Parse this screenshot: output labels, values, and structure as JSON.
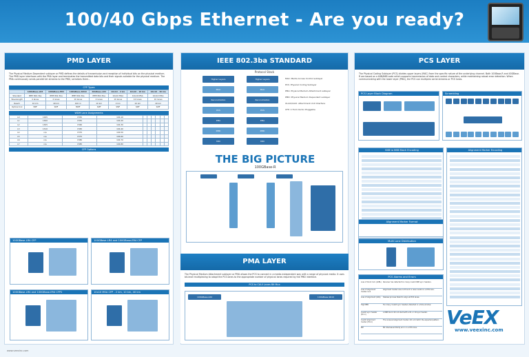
{
  "header": {
    "title": "100/40 Gbps Ethernet - Are you ready?"
  },
  "pmd": {
    "title": "PMD LAYER",
    "intro": "The Physical Medium Dependent sublayer or PMD defines the details of transmission and reception of individual bits on the physical medium. The PMD layer interfaces with the PMA layer and terminates the transmitted data bits and their signals suitable for the physical medium. The PMA continuously sends parallel bit streams to the PMD, serializes them...",
    "cfp_table_title": "CFP Types",
    "cfp_headers": [
      "",
      "100GBase-LR4",
      "100GBase-ER4",
      "100GBase-SR10",
      "40GBase-LR4",
      "10x10 - 2 km",
      "10x10 - 10 km",
      "10x10 - 40 km"
    ],
    "cfp_rows": [
      [
        "Standard",
        "IEEE 802.3ba",
        "IEEE 802.3ba",
        "IEEE 802.3ba",
        "IEEE 802.3ba",
        "10x10 MSA",
        "10x10 MSA",
        "10x10 MSA"
      ],
      [
        "Wavelength",
        "4 lanes",
        "4 lanes",
        "10 lanes",
        "4 lanes",
        "10 lanes",
        "10 lanes",
        "10 lanes"
      ],
      [
        "Reach",
        "10 km",
        "40 km",
        "100 m",
        "10 km",
        "2 km",
        "10 km",
        "40 km"
      ],
      [
        "Optical link",
        "SMF",
        "SMF",
        "MMF",
        "SMF",
        "SMF",
        "SMF",
        "SMF"
      ]
    ],
    "wdm_title": "WDM Lane Assignments",
    "wdm_rows": [
      [
        "L0",
        "1295",
        "1550",
        "194.10"
      ],
      [
        "L1",
        "1300",
        "1555",
        "194.20"
      ],
      [
        "L2",
        "1305",
        "1560",
        "194.30"
      ],
      [
        "L3",
        "1310",
        "1565",
        "194.40"
      ],
      [
        "L4",
        "n/a",
        "1570",
        "194.50"
      ],
      [
        "L5",
        "n/a",
        "1575",
        "194.60"
      ],
      [
        "L6",
        "n/a",
        "1580",
        "194.70"
      ],
      [
        "L7",
        "n/a",
        "1585",
        "194.80"
      ]
    ],
    "cfp_options_title": "CFP Options",
    "panel_a": "100GBase-LR4 CFP",
    "panel_b": "100GBase-LR4 and 100GBase-ER4 CFP",
    "panel_c": "100GBase-LR4 and 100GBase-ER4 CFP2",
    "panel_d": "10x10 MSA CFP - 2 km, 10 km, 40 km"
  },
  "ieee": {
    "title": "IEEE 802.3ba STANDARD",
    "subtitle": "Protocol Stack",
    "stack_left": [
      "Higher Layers",
      "MAC",
      "Reconciliation",
      "PCS",
      "PMA",
      "PMD",
      "MDI"
    ],
    "stack_right": [
      "Higher Layers",
      "MAC",
      "Reconciliation",
      "PCS",
      "PMA",
      "PMD",
      "MDI"
    ],
    "notes": [
      "MAC: Media Access Control sublayer",
      "PCS: Physical Coding Sublayer",
      "PMA: Physical Medium Attachment sublayer",
      "PMD: Physical Medium Dependent sublayer",
      "XLAUI/CAUI: Attachment Unit Interface",
      "CFP: C Form-factor Pluggable"
    ]
  },
  "big_picture": {
    "title": "THE BIG PICTURE",
    "subtitle": "100GBase-R"
  },
  "pma": {
    "title": "PMA LAYER",
    "intro": "The Physical Medium Attachment sublayer or PMA allows the PCS to connect in a media-independent way with a range of physical media. It uses bit-level multiplexing to adapt the PCS lanes to the appropriate number of physical lanes required by the PMD interface.",
    "panel_title": "PCS to CAUI Lanes Bit Mux",
    "left_box": "100GBase-LR4",
    "right_box": "100GBase-SR10"
  },
  "pcs": {
    "title": "PCS LAYER",
    "intro": "The Physical Coding Sublayer (PCS) divides upper layers (MAC) from the specific nature of the underlying channel. Both 100Base-R and 40GBase-R are based on a 64B/66B code which supports transmission of data and control characters, while maintaining robust error detection. When communicating with the lower layer (PMA), the PCS can multiplex serial streams or PCS lanes.",
    "block_diagram": "PCS Layer Block Diagram",
    "scrambling": "Scrambling",
    "encoding_title": "64B to 66B Block Encoding",
    "marker_title": "Alignment Marker Encoding",
    "marker_format": "Alignment Marker Format",
    "lane_dist": "Multi Lane Distribution",
    "alarms_title": "PCS Alarms and Errors",
    "alarms": [
      [
        "Loss of block lock (LOBL)",
        "Receiver has detected too many invalid 66B sync headers."
      ],
      [
        "Loss of alignment marker lock",
        "Alignment marker was not found or was invalid on a PCS lane."
      ],
      [
        "Loss of alignment (LOA)",
        "Deskew process failed to align all PCS lanes."
      ],
      [
        "High BER",
        "Too many invalid sync headers detected in a time window."
      ],
      [
        "Invalid sync header (Error)",
        "A 66B block did not start with a 01 or 10 sync header."
      ],
      [
        "Invalid alignment marker (Error)",
        "The received alignment marker did not match the expected pattern."
      ],
      [
        "BIP",
        "Bit Interleaved Parity error on a PCS lane."
      ]
    ]
  },
  "logo": {
    "brand": "VeEX",
    "url": "www.veexinc.com"
  },
  "footer": {
    "text": "www.veexinc.com"
  },
  "colors": {
    "primary": "#1a74b6",
    "header": "#2d93d4",
    "panel_bg": "#eef5fb"
  }
}
